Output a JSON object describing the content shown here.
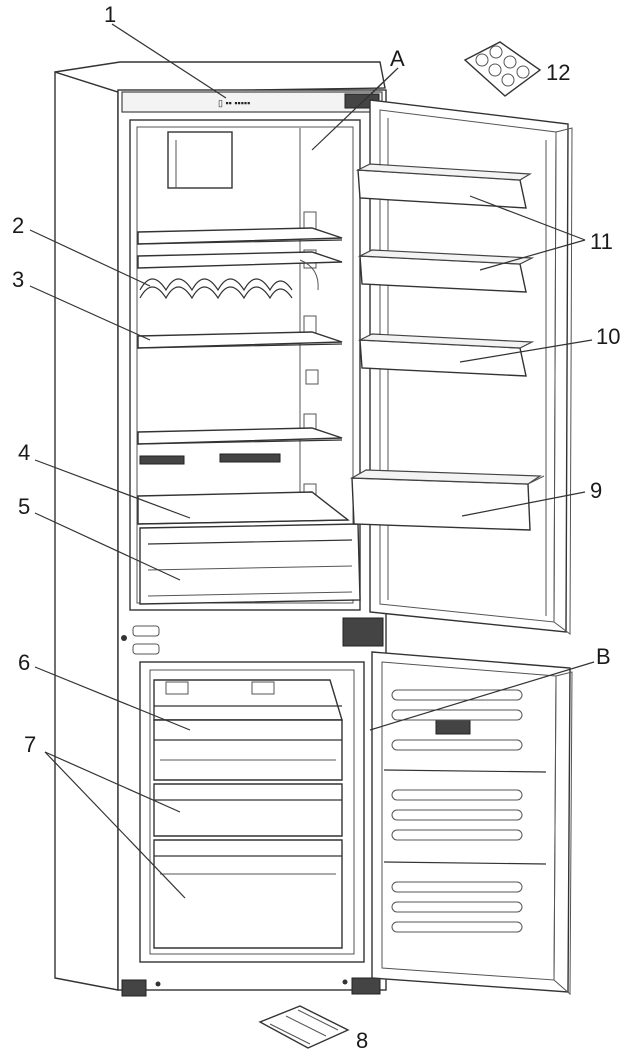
{
  "callouts": {
    "c1": "1",
    "c2": "2",
    "c3": "3",
    "c4": "4",
    "c5": "5",
    "c6": "6",
    "c7": "7",
    "c8": "8",
    "c9": "9",
    "c10": "10",
    "c11": "11",
    "c12": "12",
    "cA": "A",
    "cB": "B"
  },
  "control_panel_text": "▯ ▪▪ ▪▪▪▪▪",
  "colors": {
    "line": "#333333",
    "fill": "#ffffff",
    "shade": "#f3f3f3"
  }
}
